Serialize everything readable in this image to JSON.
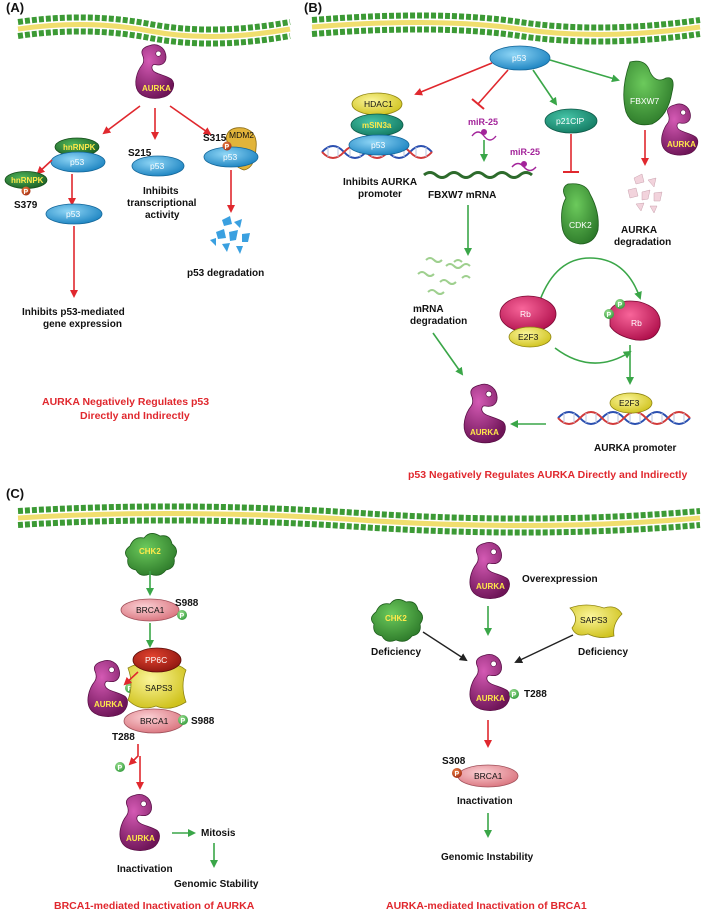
{
  "panels": {
    "a": "(A)",
    "b": "(B)",
    "c": "(C)"
  },
  "proteins": {
    "aurka": "AURKA",
    "p53": "p53",
    "hnrnpk": "hnRNPK",
    "mdm2": "MDM2",
    "hdac1": "HDAC1",
    "msin3a": "mSIN3a",
    "p21cip": "p21CIP",
    "fbxw7": "FBXW7",
    "cdk2": "CDK2",
    "rb": "Rb",
    "e2f3": "E2F3",
    "chk2": "CHK2",
    "brca1": "BRCA1",
    "pp6c": "PP6C",
    "saps3": "SAPS3",
    "phospho": "P",
    "mir25": "miR-25"
  },
  "sites": {
    "s379": "S379",
    "s215": "S215",
    "s315": "S315",
    "s988": "S988",
    "t288": "T288",
    "s308": "S308"
  },
  "panel_a": {
    "inhibits_transcription_1": "Inhibits",
    "inhibits_transcription_2": "transcriptional",
    "inhibits_transcription_3": "activity",
    "degradation": "p53 degradation",
    "gene_expression_1": "Inhibits p53-mediated",
    "gene_expression_2": "gene expression",
    "title_1": "AURKA Negatively Regulates p53",
    "title_2": "Directly and Indirectly"
  },
  "panel_b": {
    "inhibits_promoter_1": "Inhibits AURKA",
    "inhibits_promoter_2": "promoter",
    "fbxw7_mrna": "FBXW7 mRNA",
    "mrna_degradation_1": "mRNA",
    "mrna_degradation_2": "degradation",
    "aurka_degradation_1": "AURKA",
    "aurka_degradation_2": "degradation",
    "aurka_promoter": "AURKA promoter",
    "title": "p53 Negatively Regulates AURKA Directly and Indirectly"
  },
  "panel_c": {
    "mitosis": "Mitosis",
    "inactivation": "Inactivation",
    "genomic_stability": "Genomic Stability",
    "title_left": "BRCA1-mediated Inactivation of AURKA",
    "overexpression": "Overexpression",
    "deficiency": "Deficiency",
    "inactivation_brca1": "Inactivation",
    "genomic_instability": "Genomic Instability",
    "title_right": "AURKA-mediated Inactivation of BRCA1"
  },
  "colors": {
    "aurka": "#a0237f",
    "p53": "#29a3dd",
    "hnrnpk": "#2e8b3a",
    "red_arrow": "#e0282e",
    "green_arrow": "#3aa648",
    "brca1": "#f2a1a8",
    "chk2": "#3cb54a",
    "saps3": "#f0e63a",
    "mdm2": "#e2b43a",
    "phospho_green": "#4cb84a",
    "phospho_red": "#d9401f",
    "membrane": "#3c9a35"
  }
}
